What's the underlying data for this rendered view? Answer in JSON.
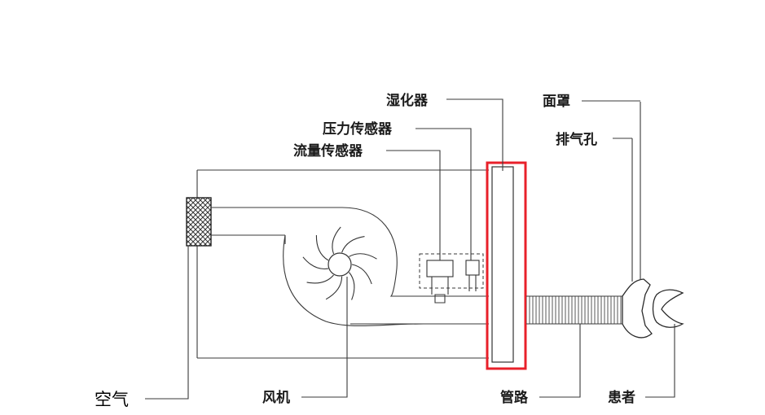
{
  "labels": {
    "humidifier": "湿化器",
    "pressure_sensor": "压力传感器",
    "flow_sensor": "流量传感器",
    "mask": "面罩",
    "exhaust_port": "排气孔",
    "air": "空气",
    "fan": "风机",
    "tubing": "管路",
    "patient": "患者"
  },
  "highlight_color": "#e8202a",
  "line_color": "#3a3a3a"
}
